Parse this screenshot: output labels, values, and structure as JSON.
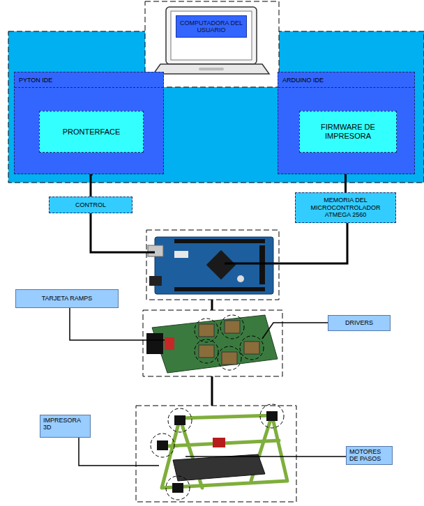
{
  "diagram": {
    "nodes": [
      {
        "text": [
          "COMPUTADORA DEL USUARIO"
        ]
      },
      {
        "text": [
          "PYTON IDE"
        ]
      },
      {
        "text": [
          "PRONTERFACE"
        ],
        "in": 1
      },
      {
        "text": [
          "ARDUINO IDE"
        ]
      },
      {
        "text": [
          "FIRMWARE DE IMPRESORA"
        ],
        "in": 3
      },
      {
        "text": [
          "CONTROL"
        ]
      },
      {
        "text": [
          "MEMORIA DEL MICROCONTROLADOR ATMEGA 2560"
        ]
      },
      {
        "text": [
          "TARJETA RAMPS"
        ]
      },
      {
        "text": [
          "DRIVERS"
        ]
      },
      {
        "text": [
          "IMPRESORA 3D"
        ]
      },
      {
        "text": [
          "MOTORES DE PASOS"
        ]
      }
    ],
    "edges": [
      {
        "from": 2,
        "to": 5,
        "arrow": "none"
      },
      {
        "from": 4,
        "to": 6,
        "arrow": "none"
      }
    ]
  }
}
